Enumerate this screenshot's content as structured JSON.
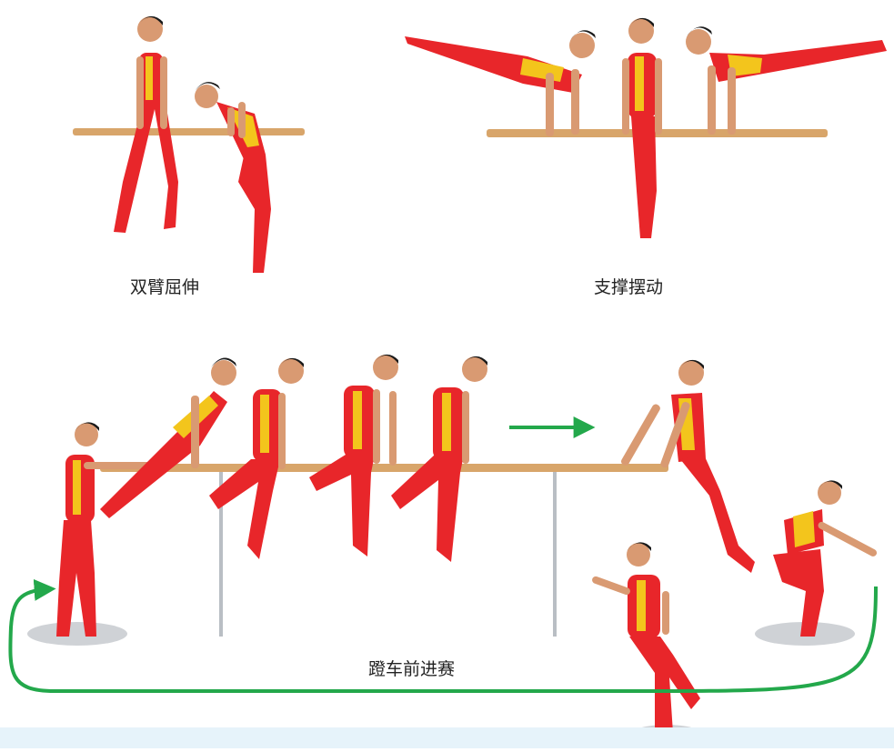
{
  "figures": [
    {
      "caption": "双臂屈伸"
    },
    {
      "caption": "支撑摆动"
    },
    {
      "caption": "蹬车前进赛"
    }
  ],
  "colors": {
    "uniform_red": "#e8262a",
    "uniform_yellow": "#f3c51c",
    "skin": "#d99a72",
    "hair": "#1a1a1a",
    "bar_wood": "#d8a56a",
    "post_gray": "#b9bec4",
    "arrow_green": "#23a84b",
    "shadow_gray": "#cfd2d6",
    "strip_blue": "#e6f3fa"
  }
}
